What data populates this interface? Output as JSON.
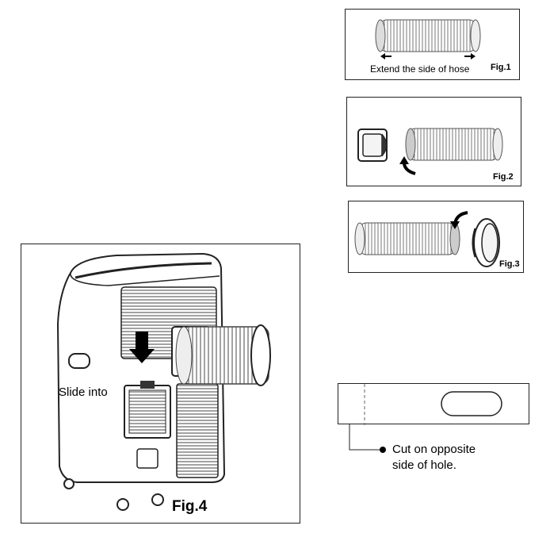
{
  "fig1": {
    "caption": "Extend the side of hose",
    "label": "Fig.1"
  },
  "fig2": {
    "label": "Fig.2"
  },
  "fig3": {
    "label": "Fig.3"
  },
  "fig4": {
    "label": "Fig.4",
    "callout": "Slide into"
  },
  "cut_panel": {
    "note_line1": "Cut on opposite",
    "note_line2": "side of hole."
  }
}
